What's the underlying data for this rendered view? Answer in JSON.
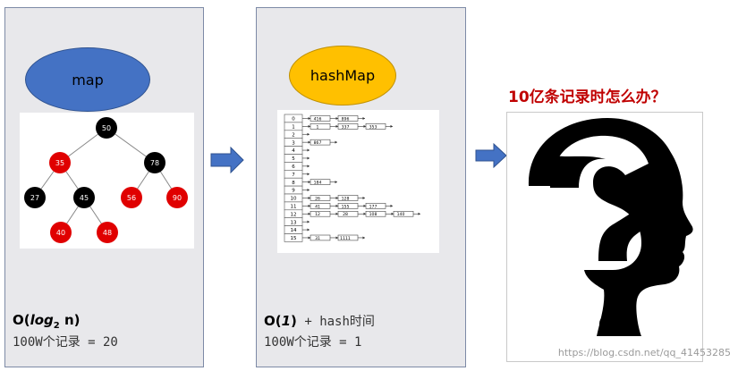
{
  "map_panel": {
    "ellipse_label": "map",
    "complexity_prefix": "O(",
    "complexity_log": "log",
    "complexity_sub": "2",
    "complexity_suffix": " n)",
    "record_text": "100W个记录 = 20",
    "tree": {
      "nodes": [
        "50",
        "35",
        "78",
        "27",
        "45",
        "56",
        "90",
        "40",
        "48"
      ],
      "red_nodes": [
        "35",
        "56",
        "90",
        "40",
        "48"
      ]
    }
  },
  "hash_panel": {
    "ellipse_label": "hashMap",
    "complexity_prefix": "O(",
    "complexity_n": "1",
    "complexity_suffix": ")",
    "complexity_extra": " + hash时间",
    "record_text": "100W个记录 = 1",
    "bucket_indices": [
      "0",
      "1",
      "2",
      "3",
      "4",
      "5",
      "6",
      "7",
      "8",
      "9",
      "10",
      "11",
      "12",
      "13",
      "14",
      "15"
    ],
    "chains": [
      [
        "416",
        "896"
      ],
      [
        "1",
        "337",
        "353"
      ],
      [],
      [
        "867"
      ],
      [],
      [],
      [],
      [],
      [
        "184"
      ],
      [],
      [
        "26",
        "128"
      ],
      [
        "41",
        "155",
        "177"
      ],
      [
        "12",
        "28",
        "108",
        "140"
      ],
      [],
      [],
      [
        "31",
        "1111"
      ]
    ]
  },
  "question": {
    "title": "10亿条记录时怎么办？",
    "icon": "question-head-icon"
  },
  "watermark": "https://blog.csdn.net/qq_41453285",
  "colors": {
    "map": "#4472c4",
    "hashmap": "#ffc000",
    "arrow": "#4472c4",
    "red": "#e00000",
    "title": "#c00000"
  }
}
